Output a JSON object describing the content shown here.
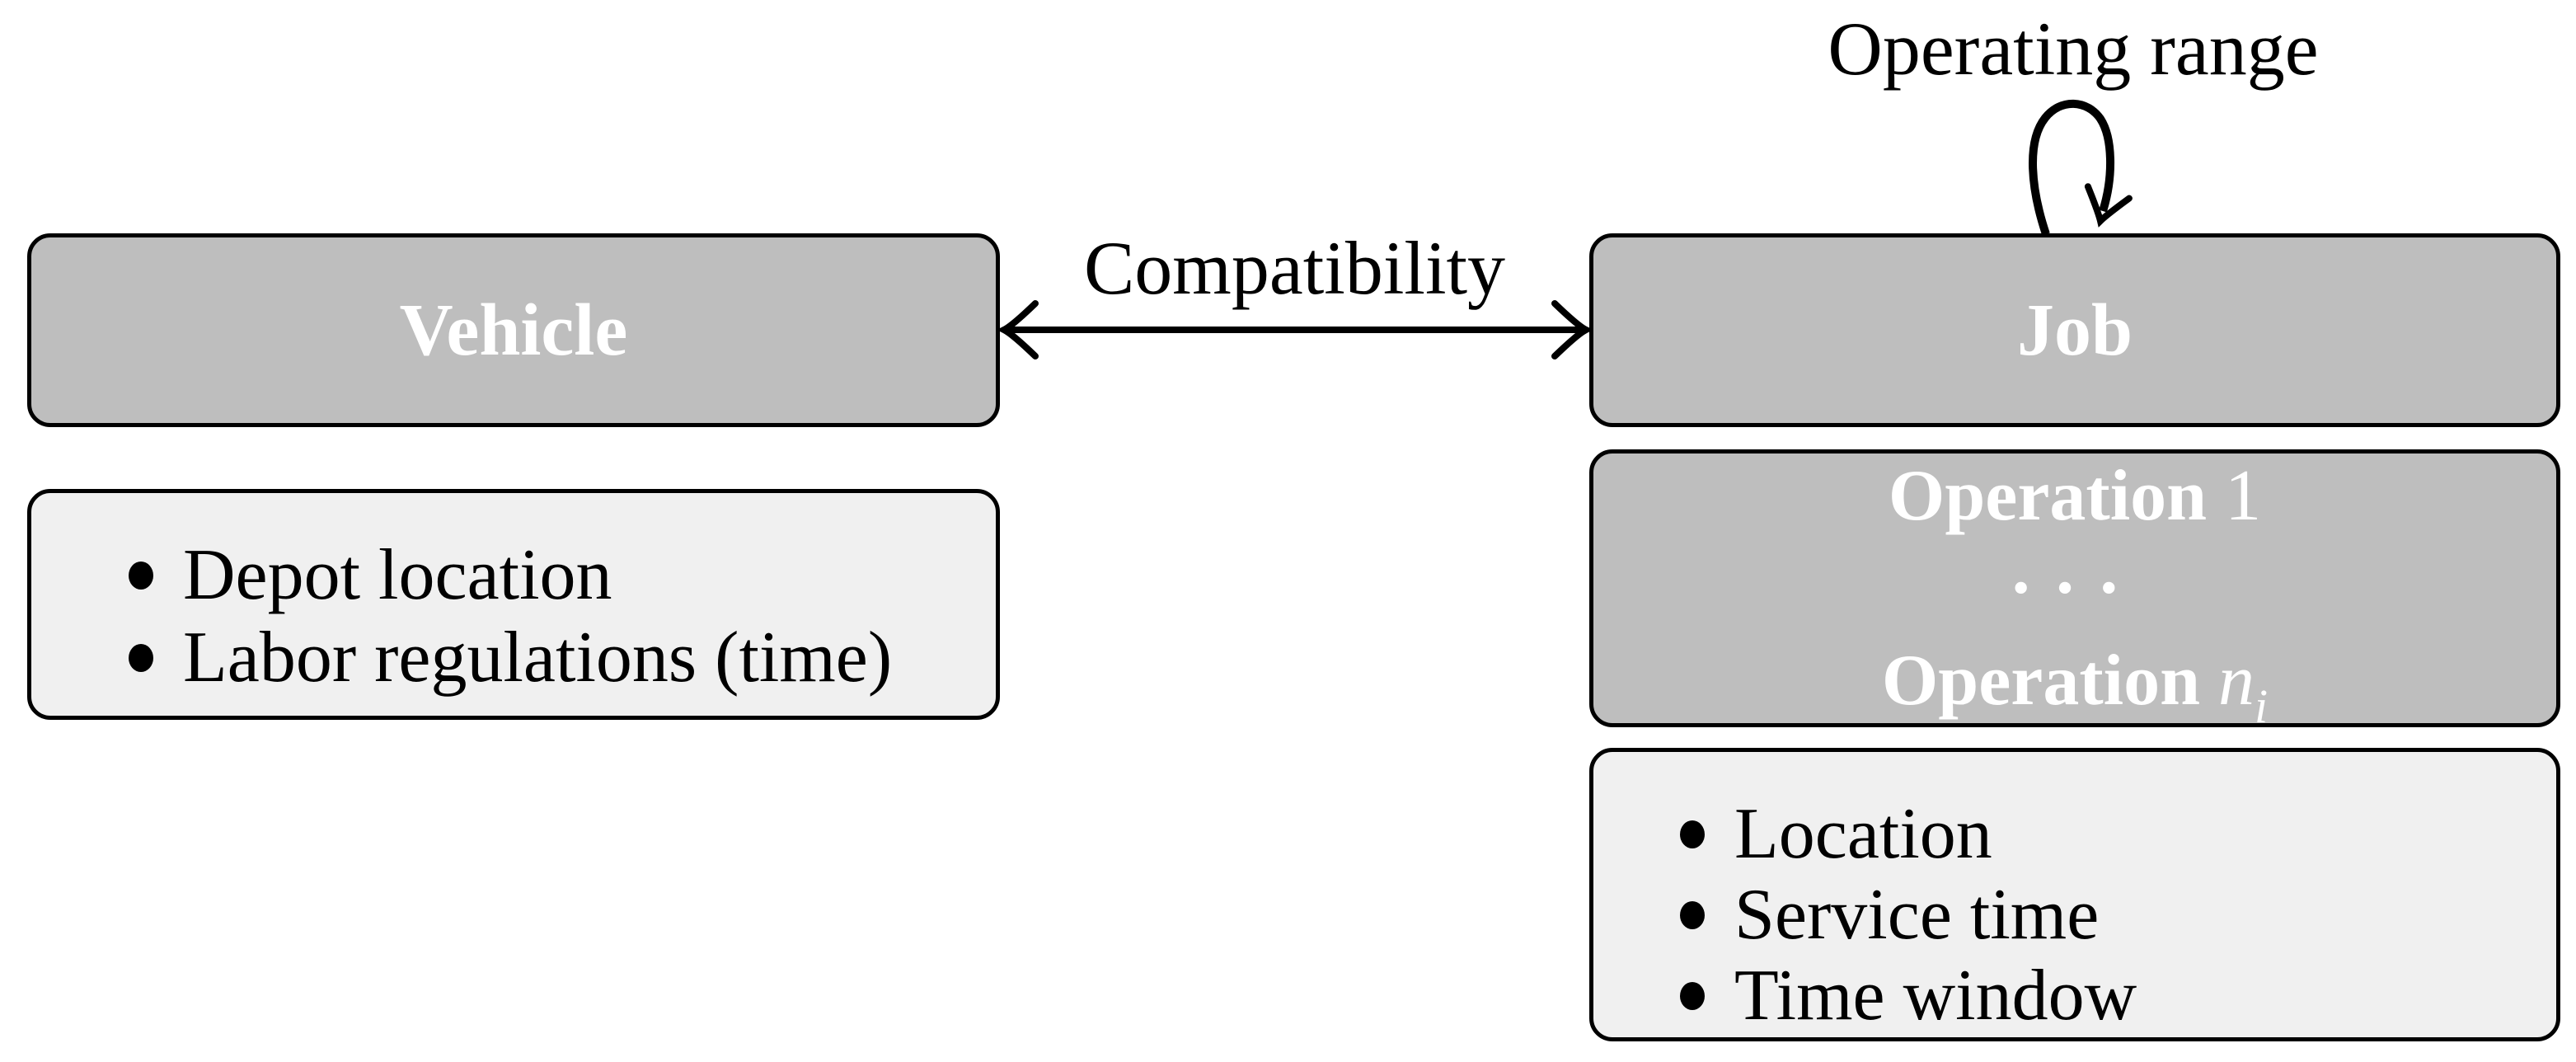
{
  "diagram": {
    "colors": {
      "background": "#ffffff",
      "entity_fill": "#bebebe",
      "attribute_fill": "#f0f0f0",
      "border": "#000000",
      "entity_text": "#ffffff",
      "body_text": "#000000"
    },
    "vehicle": {
      "title": "Vehicle",
      "attributes": [
        "Depot location",
        "Labor regulations (time)"
      ]
    },
    "job": {
      "title": "Job",
      "self_loop_label": "Operating range",
      "operations": {
        "first_bold": "Operation",
        "first_index": " 1",
        "dots": "···",
        "last_bold": "Operation",
        "last_var": " n",
        "last_sub": "i"
      },
      "attributes": [
        "Location",
        "Service time",
        "Time window"
      ]
    },
    "relation": {
      "label": "Compatibility"
    }
  }
}
